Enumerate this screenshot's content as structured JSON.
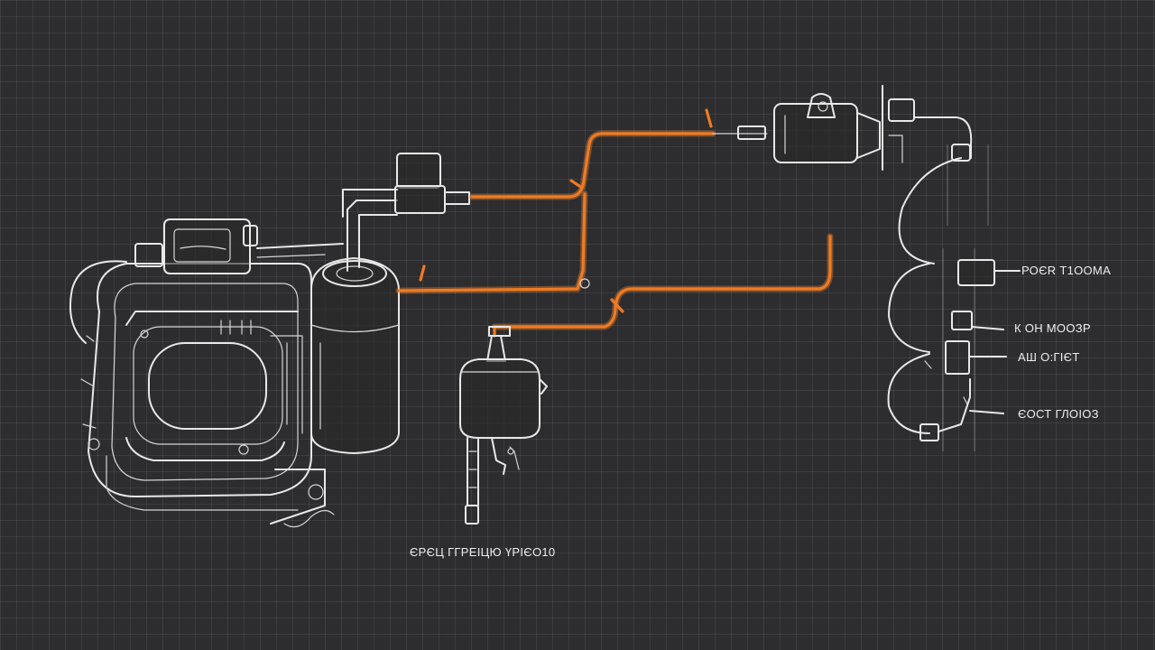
{
  "labels": {
    "bottom_caption": "ЄРЄЦ ГГРЕІЦЮ ҮРІЄО10",
    "right_top": "РОЄR Т1ООМА",
    "right_mid1": "К ОН МООЗР",
    "right_mid2": "АШ О:ГІЄТ",
    "right_bottom": "ЄОСТ ГЛОІОЗ"
  },
  "colors": {
    "background": "#2d2d2f",
    "grid": "#3c3c3e",
    "linework": "#e8e8e8",
    "accent_line": "#f07a22"
  }
}
